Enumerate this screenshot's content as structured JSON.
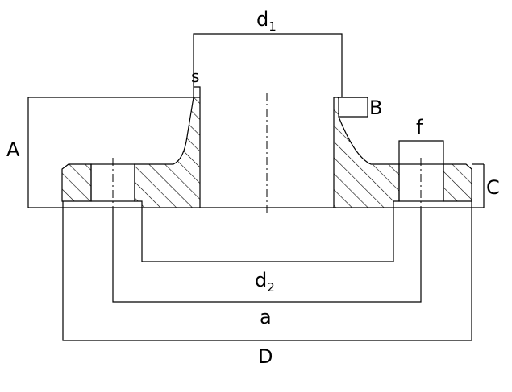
{
  "diagram": {
    "labels": {
      "d1": "d",
      "d1_sub": "1",
      "s": "s",
      "B": "B",
      "f": "f",
      "A": "A",
      "C": "C",
      "d2": "d",
      "d2_sub": "2",
      "a": "a",
      "D": "D"
    }
  }
}
